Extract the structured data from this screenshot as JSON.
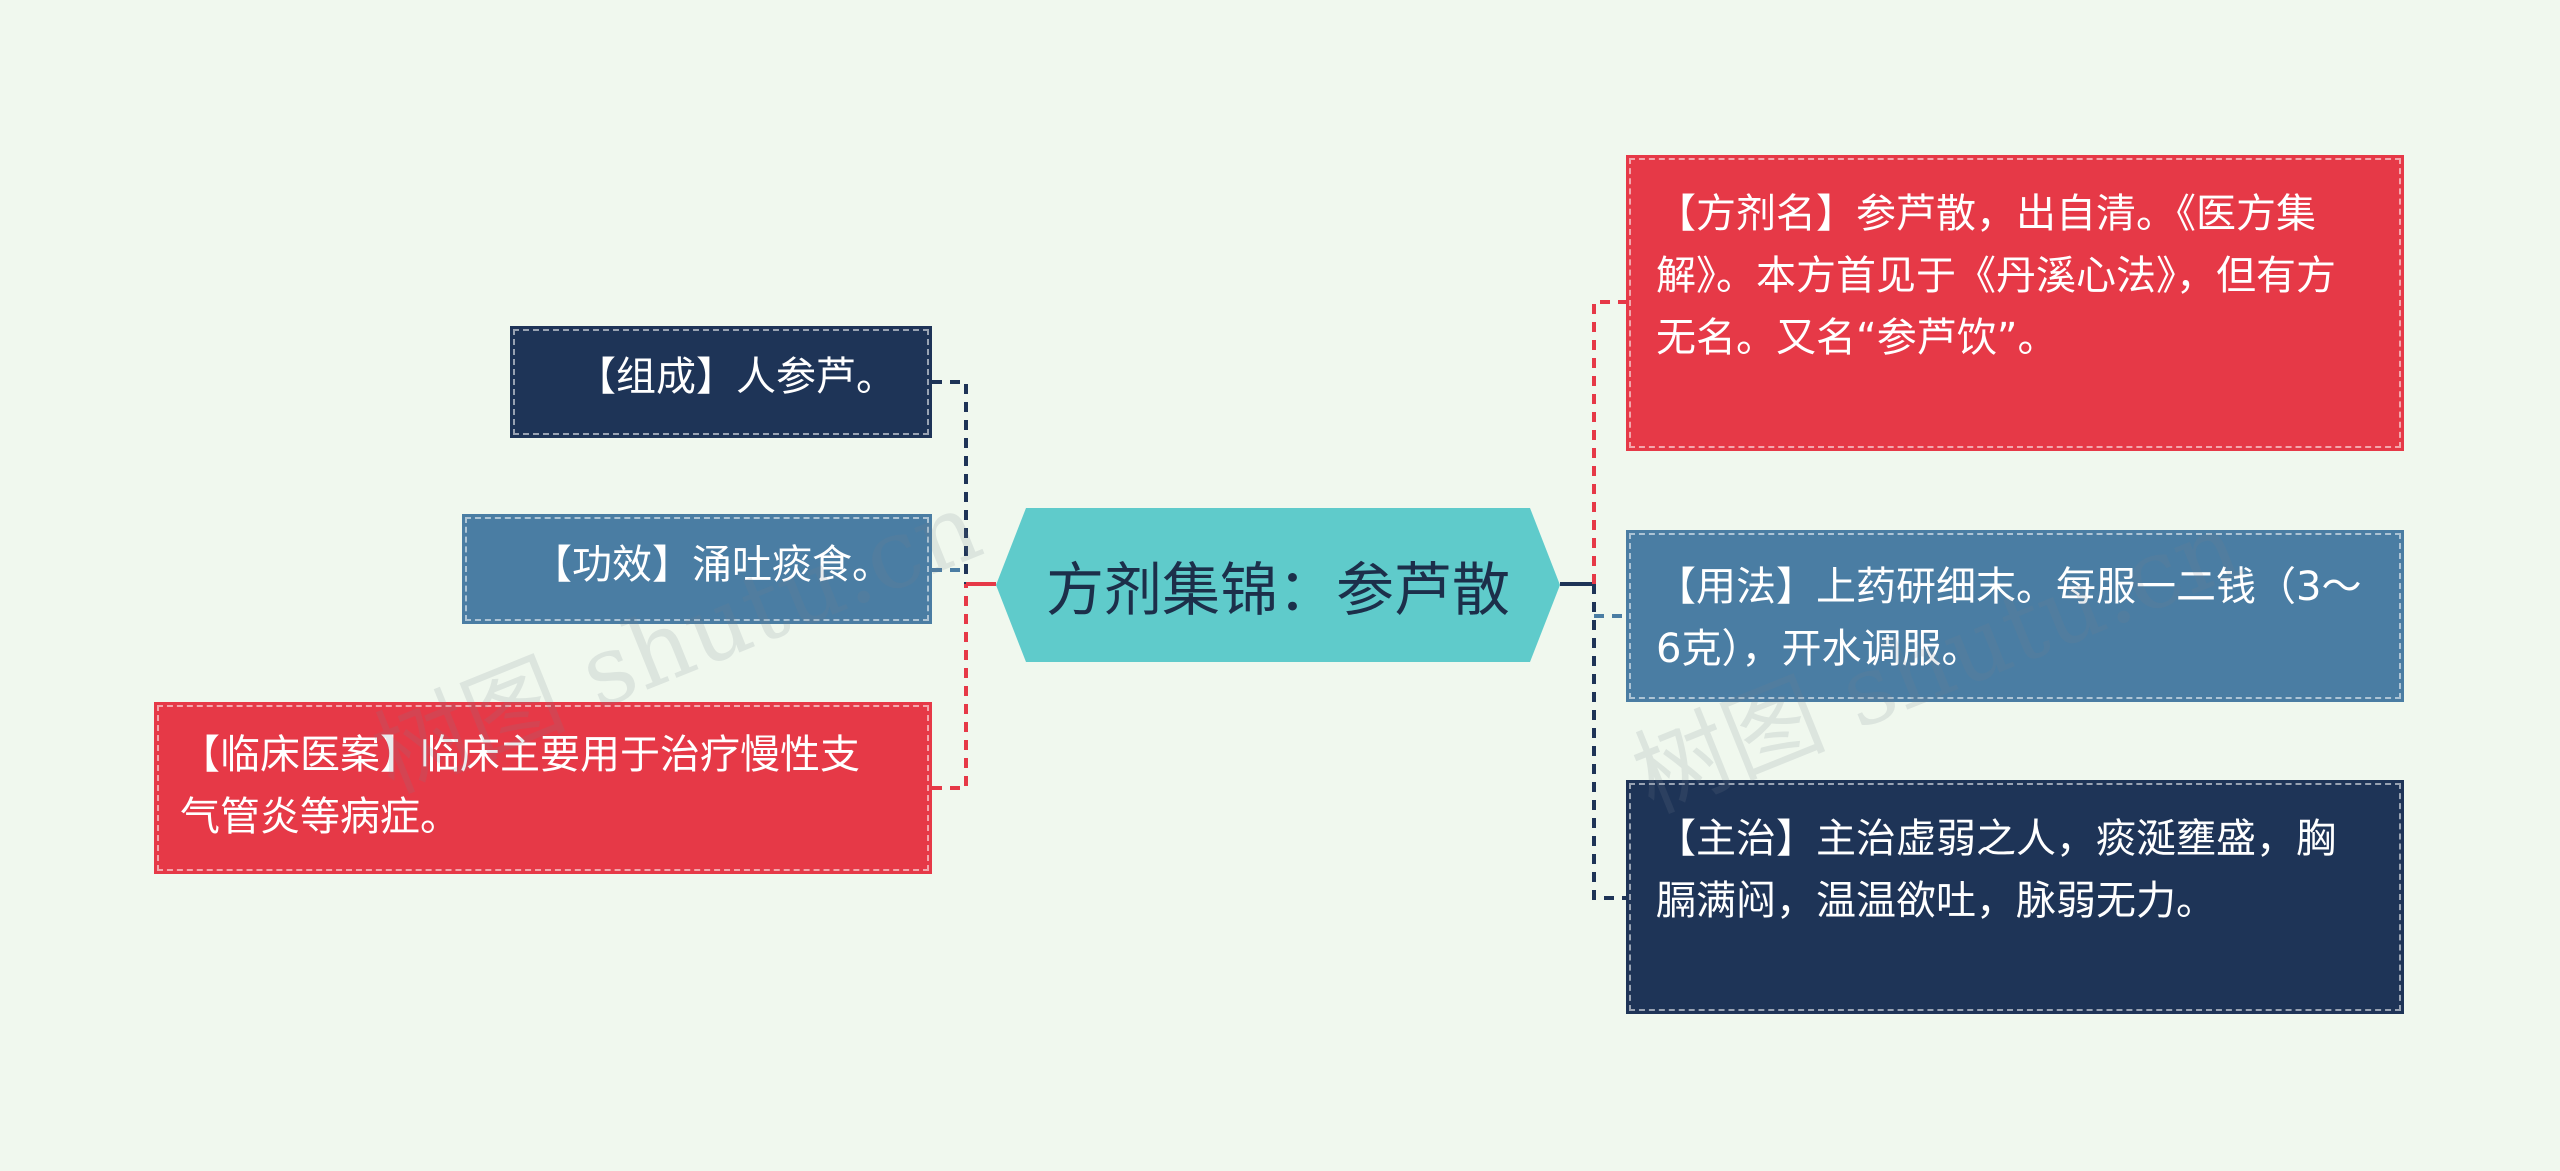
{
  "center": {
    "title": "方剂集锦：参芦散"
  },
  "left_nodes": [
    {
      "text": "【组成】人参芦。"
    },
    {
      "text": "【功效】涌吐痰食。"
    },
    {
      "text": "【临床医案】临床主要用于治疗慢性支气管炎等病症。"
    }
  ],
  "right_nodes": [
    {
      "text": "【方剂名】参芦散，出自清。《医方集解》。本方首见于《丹溪心法》，但有方无名。又名“参芦饮”。"
    },
    {
      "text": "【用法】上药研细末。每服一二钱（3～6克），开水调服。"
    },
    {
      "text": "【主治】主治虚弱之人，痰涎壅盛，胸膈满闷，温温欲吐，脉弱无力。"
    }
  ],
  "watermark": {
    "text": "树图 shutu.cn"
  },
  "colors": {
    "background": "#f0f8ee",
    "center": "#5fcbcb",
    "navy": "#1e3457",
    "steel": "#4a7da3",
    "red": "#e63947"
  }
}
